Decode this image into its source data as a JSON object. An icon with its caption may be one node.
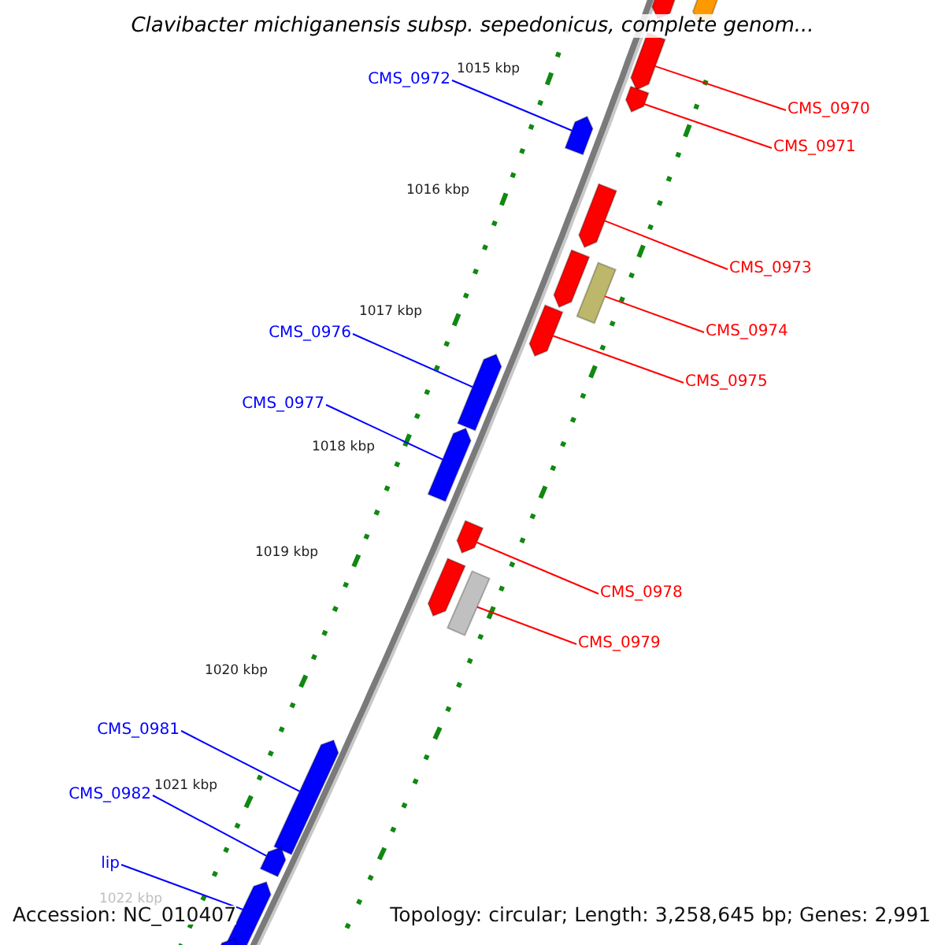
{
  "diagram": {
    "title": "Clavibacter michiganensis subsp. sepedonicus, complete genom...",
    "nodes": [
      {
        "text": [],
        "shape": "bar"
      },
      {
        "text": [],
        "shape": "bar"
      },
      {
        "text": [],
        "shape": "bar"
      },
      {
        "text": [
          "CMS_0972"
        ]
      },
      {
        "text": [],
        "shape": "bar"
      },
      {
        "text": [
          "CMS_0970"
        ]
      },
      {
        "text": [],
        "shape": "bar"
      },
      {
        "text": [
          "CMS_0971"
        ]
      },
      {
        "text": [],
        "shape": "bar"
      },
      {
        "text": [
          "CMS_0973"
        ]
      },
      {
        "text": [],
        "shape": "bar"
      },
      {
        "text": [],
        "shape": "bar"
      },
      {
        "text": [],
        "shape": "bar"
      },
      {
        "text": [
          "CMS_0974"
        ]
      },
      {
        "text": [
          "CMS_0976"
        ]
      },
      {
        "text": [],
        "shape": "bar"
      },
      {
        "text": [
          "CMS_0975"
        ]
      },
      {
        "text": [
          "CMS_0977"
        ]
      },
      {
        "text": [],
        "shape": "bar"
      },
      {
        "text": [],
        "shape": "bar"
      },
      {
        "text": [
          "CMS_0978"
        ]
      },
      {
        "text": [],
        "shape": "bar"
      },
      {
        "text": [],
        "shape": "bar"
      },
      {
        "text": [
          "CMS_0979"
        ]
      },
      {
        "text": [
          "CMS_0981"
        ]
      },
      {
        "text": [],
        "shape": "bar"
      },
      {
        "text": [
          "CMS_0982"
        ]
      },
      {
        "text": [],
        "shape": "bar"
      },
      {
        "text": [
          "lip"
        ]
      },
      {
        "text": [],
        "shape": "bar"
      },
      {
        "text": [],
        "shape": "bar"
      }
    ],
    "edges": [
      {
        "from": 3,
        "to": 6,
        "arrow": "none",
        "color": "#0000ff"
      },
      {
        "from": 5,
        "to": 2,
        "arrow": "none"
      },
      {
        "from": 7,
        "to": 4,
        "arrow": "none"
      },
      {
        "from": 9,
        "to": 8,
        "arrow": "none"
      },
      {
        "from": 13,
        "to": 11,
        "arrow": "none"
      },
      {
        "from": 14,
        "to": 15,
        "arrow": "none",
        "color": "#0000ff"
      },
      {
        "from": 16,
        "to": 12,
        "arrow": "none"
      },
      {
        "from": 17,
        "to": 18,
        "arrow": "none",
        "color": "#0000ff"
      },
      {
        "from": 20,
        "to": 19,
        "arrow": "none"
      },
      {
        "from": 23,
        "to": 22,
        "arrow": "none"
      },
      {
        "from": 24,
        "to": 25,
        "arrow": "none",
        "color": "#0000ff"
      },
      {
        "from": 26,
        "to": 27,
        "arrow": "none",
        "color": "#0000ff"
      },
      {
        "from": 28,
        "to": 29,
        "arrow": "none",
        "color": "#0000ff"
      }
    ],
    "labels": [
      "1015 kbp",
      "1016 kbp",
      "1017 kbp",
      "1018 kbp",
      "1019 kbp",
      "1020 kbp",
      "1021 kbp",
      "1022 kbp",
      "Accession: NC_010407",
      "Topology: circular; Length: 3,258,645 bp; Genes: 2,991"
    ]
  }
}
